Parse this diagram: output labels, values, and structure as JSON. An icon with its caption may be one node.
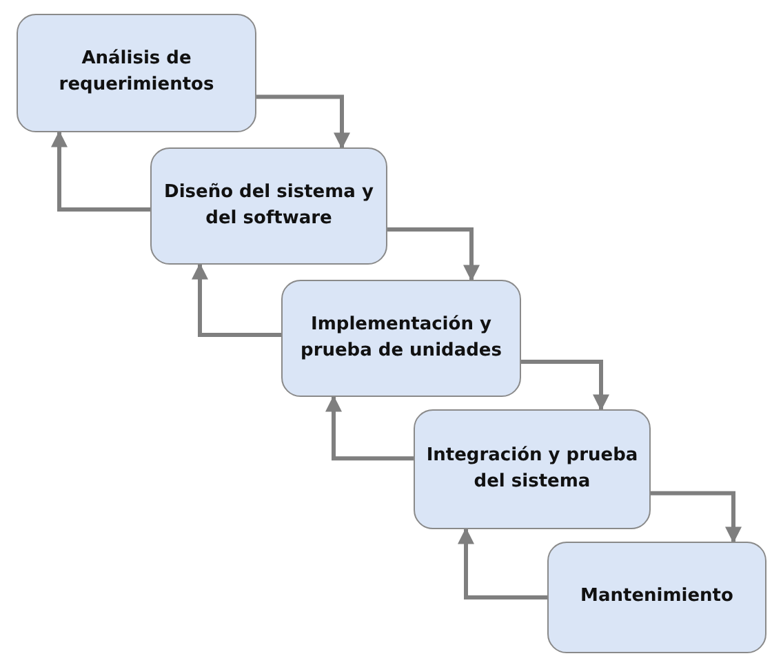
{
  "diagram": {
    "nodes": [
      {
        "text": [
          "Análisis de requerimientos"
        ]
      },
      {
        "text": [
          "Diseño del sistema y del software"
        ]
      },
      {
        "text": [
          "Implementación y prueba de unidades"
        ]
      },
      {
        "text": [
          "Integración y prueba del sistema"
        ]
      },
      {
        "text": [
          "Mantenimiento"
        ]
      }
    ],
    "edges": [
      {
        "from": 0,
        "to": 1,
        "arrow": "to"
      },
      {
        "from": 1,
        "to": 2,
        "arrow": "to"
      },
      {
        "from": 2,
        "to": 3,
        "arrow": "to"
      },
      {
        "from": 3,
        "to": 4,
        "arrow": "to"
      },
      {
        "from": 1,
        "to": 0,
        "arrow": "to"
      },
      {
        "from": 2,
        "to": 1,
        "arrow": "to"
      },
      {
        "from": 3,
        "to": 2,
        "arrow": "to"
      },
      {
        "from": 4,
        "to": 3,
        "arrow": "to"
      }
    ]
  }
}
